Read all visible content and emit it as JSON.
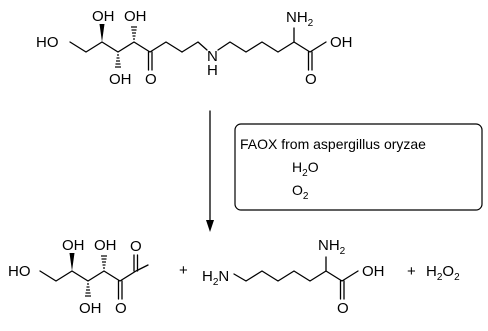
{
  "reactant": {
    "atoms": {
      "ho": "HO",
      "oh_a": "OH",
      "oh_b": "OH",
      "oh_c": "OH",
      "o_keto": "O",
      "nh": "N",
      "h": "H",
      "nh2_n": "NH",
      "nh2_sub": "2",
      "acid_oh": "OH",
      "acid_o": "O"
    }
  },
  "conditions": {
    "enzyme": "FAOX from aspergillus oryzae",
    "water_h": "H",
    "water_sub": "2",
    "water_o": "O",
    "oxygen_o": "O",
    "oxygen_sub": "2"
  },
  "products": {
    "glucosone": {
      "ho": "HO",
      "oh_a": "OH",
      "oh_b": "OH",
      "oh_c": "OH",
      "o_keto": "O",
      "o_ald": "O"
    },
    "plus_1": "+",
    "lysine": {
      "h2n_h": "H",
      "h2n_sub": "2",
      "h2n_n": "N",
      "nh2_n": "NH",
      "nh2_sub": "2",
      "acid_oh": "OH",
      "acid_o": "O"
    },
    "plus_2": "+",
    "peroxide": {
      "h": "H",
      "sub_1": "2",
      "o": "O",
      "sub_2": "2"
    }
  }
}
